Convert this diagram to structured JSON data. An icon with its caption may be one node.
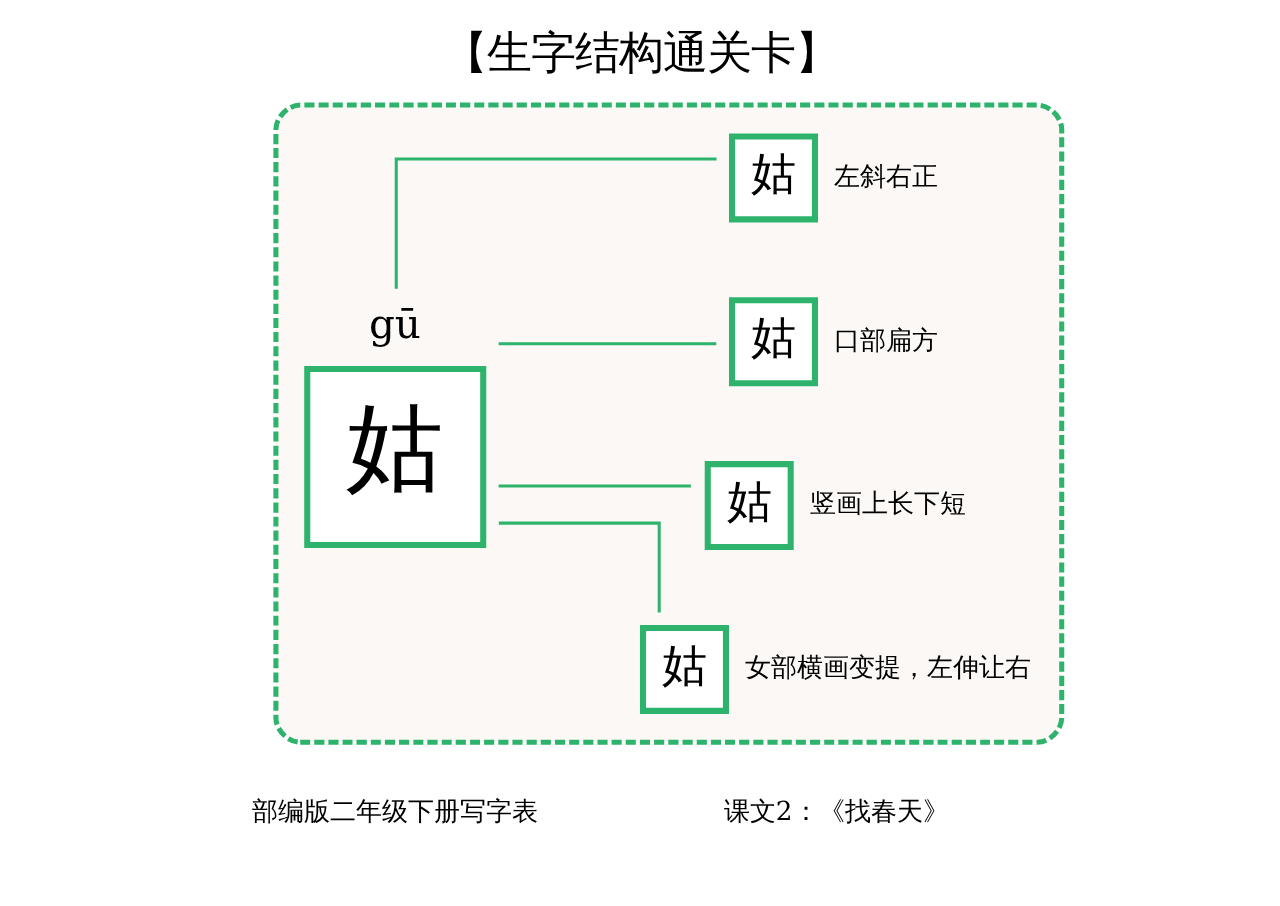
{
  "diagram": {
    "title": "【生字结构通关卡】",
    "nodes": [
      {
        "text": [],
        "shape": "box"
      },
      {
        "text": [
          "姑"
        ],
        "beside": [
          "gū"
        ],
        "in": 0
      },
      {
        "text": [
          "姑"
        ],
        "beside": [
          "女部横画变提，左伸让右"
        ],
        "in": 0
      },
      {
        "text": [
          "姑"
        ],
        "beside": [
          "竖画上长下短"
        ],
        "in": 0
      },
      {
        "text": [
          "姑"
        ],
        "beside": [
          "口部扁方"
        ],
        "in": 0
      },
      {
        "text": [
          "姑"
        ],
        "beside": [
          "左斜右正"
        ],
        "in": 0
      }
    ],
    "edges": [
      {
        "from": 1,
        "to": 2,
        "arrow": "none"
      },
      {
        "from": 1,
        "to": 3,
        "arrow": "none"
      },
      {
        "from": 1,
        "to": 4,
        "arrow": "none"
      },
      {
        "from": 1,
        "to": 5,
        "arrow": "none"
      }
    ],
    "labels": [
      "部编版二年级下册写字表",
      "课文2：《找春天》"
    ]
  }
}
